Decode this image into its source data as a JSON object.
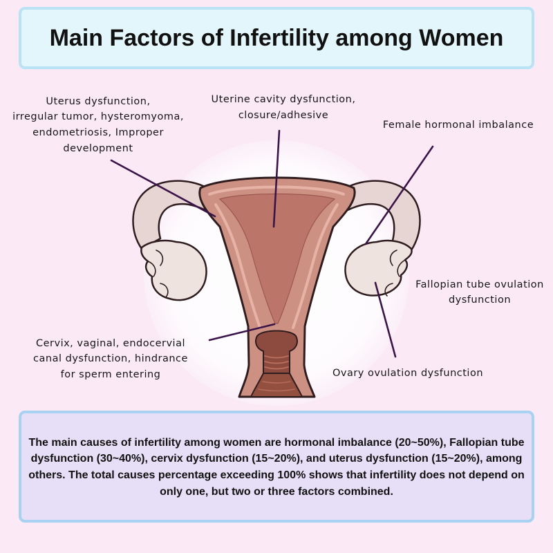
{
  "title": "Main Factors of Infertility among Women",
  "labels": {
    "uterus": {
      "lines": [
        "Uterus dysfunction,",
        "irregular tumor, hysteromyoma,",
        "endometriosis, Improper",
        "development"
      ]
    },
    "cavity": {
      "lines": [
        "Uterine cavity dysfunction,",
        "closure/adhesive"
      ]
    },
    "hormonal": {
      "lines": [
        "Female hormonal imbalance"
      ]
    },
    "fallopian": {
      "lines": [
        "Fallopian tube ovulation",
        "dysfunction"
      ]
    },
    "ovary": {
      "lines": [
        "Ovary ovulation dysfunction"
      ]
    },
    "cervix": {
      "lines": [
        "Cervix, vaginal, endocervial",
        "canal dysfunction, hindrance",
        "for sperm entering"
      ]
    }
  },
  "summary": {
    "lines": [
      "The main causes of infertility among women are hormonal imbalance (20~50%), Fallopian tube",
      "dysfunction (30~40%), cervix dysfunction (15~20%), and uterus dysfunction (15~20%), among",
      "others. The total causes percentage exceeding 100% shows that infertility does not depend on",
      "only one, but two or three factors combined."
    ]
  },
  "colors": {
    "page_background": "#fce9f6",
    "title_box_background": "#e3f6fb",
    "title_box_border": "#b9e2f5",
    "summary_box_background": "#e7dff7",
    "summary_box_border": "#a9d1f2",
    "leader_line": "#3a1448"
  }
}
